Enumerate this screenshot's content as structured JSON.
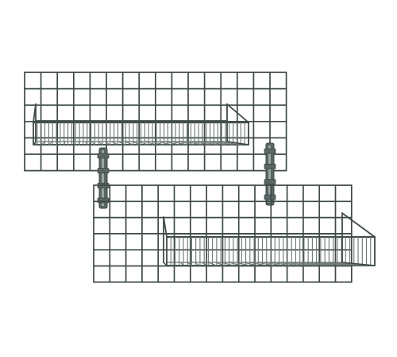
{
  "photo": {
    "subject": "wire-grid-shelving",
    "colors": {
      "background": "#ffffff",
      "wire": "#3f4a48",
      "wire_light": "#6b7674",
      "bracket": "#5a6664",
      "bracket_highlight": "#9aa6a4"
    },
    "grid_panels": [
      {
        "id": "upper",
        "columns": 16,
        "rows": 6
      },
      {
        "id": "lower",
        "columns": 16,
        "rows": 6
      }
    ],
    "shelves": [
      {
        "id": "upper-shelf",
        "mounted_on": "upper"
      },
      {
        "id": "lower-shelf",
        "mounted_on": "lower"
      }
    ],
    "connectors": [
      "left-connector",
      "right-connector"
    ]
  }
}
